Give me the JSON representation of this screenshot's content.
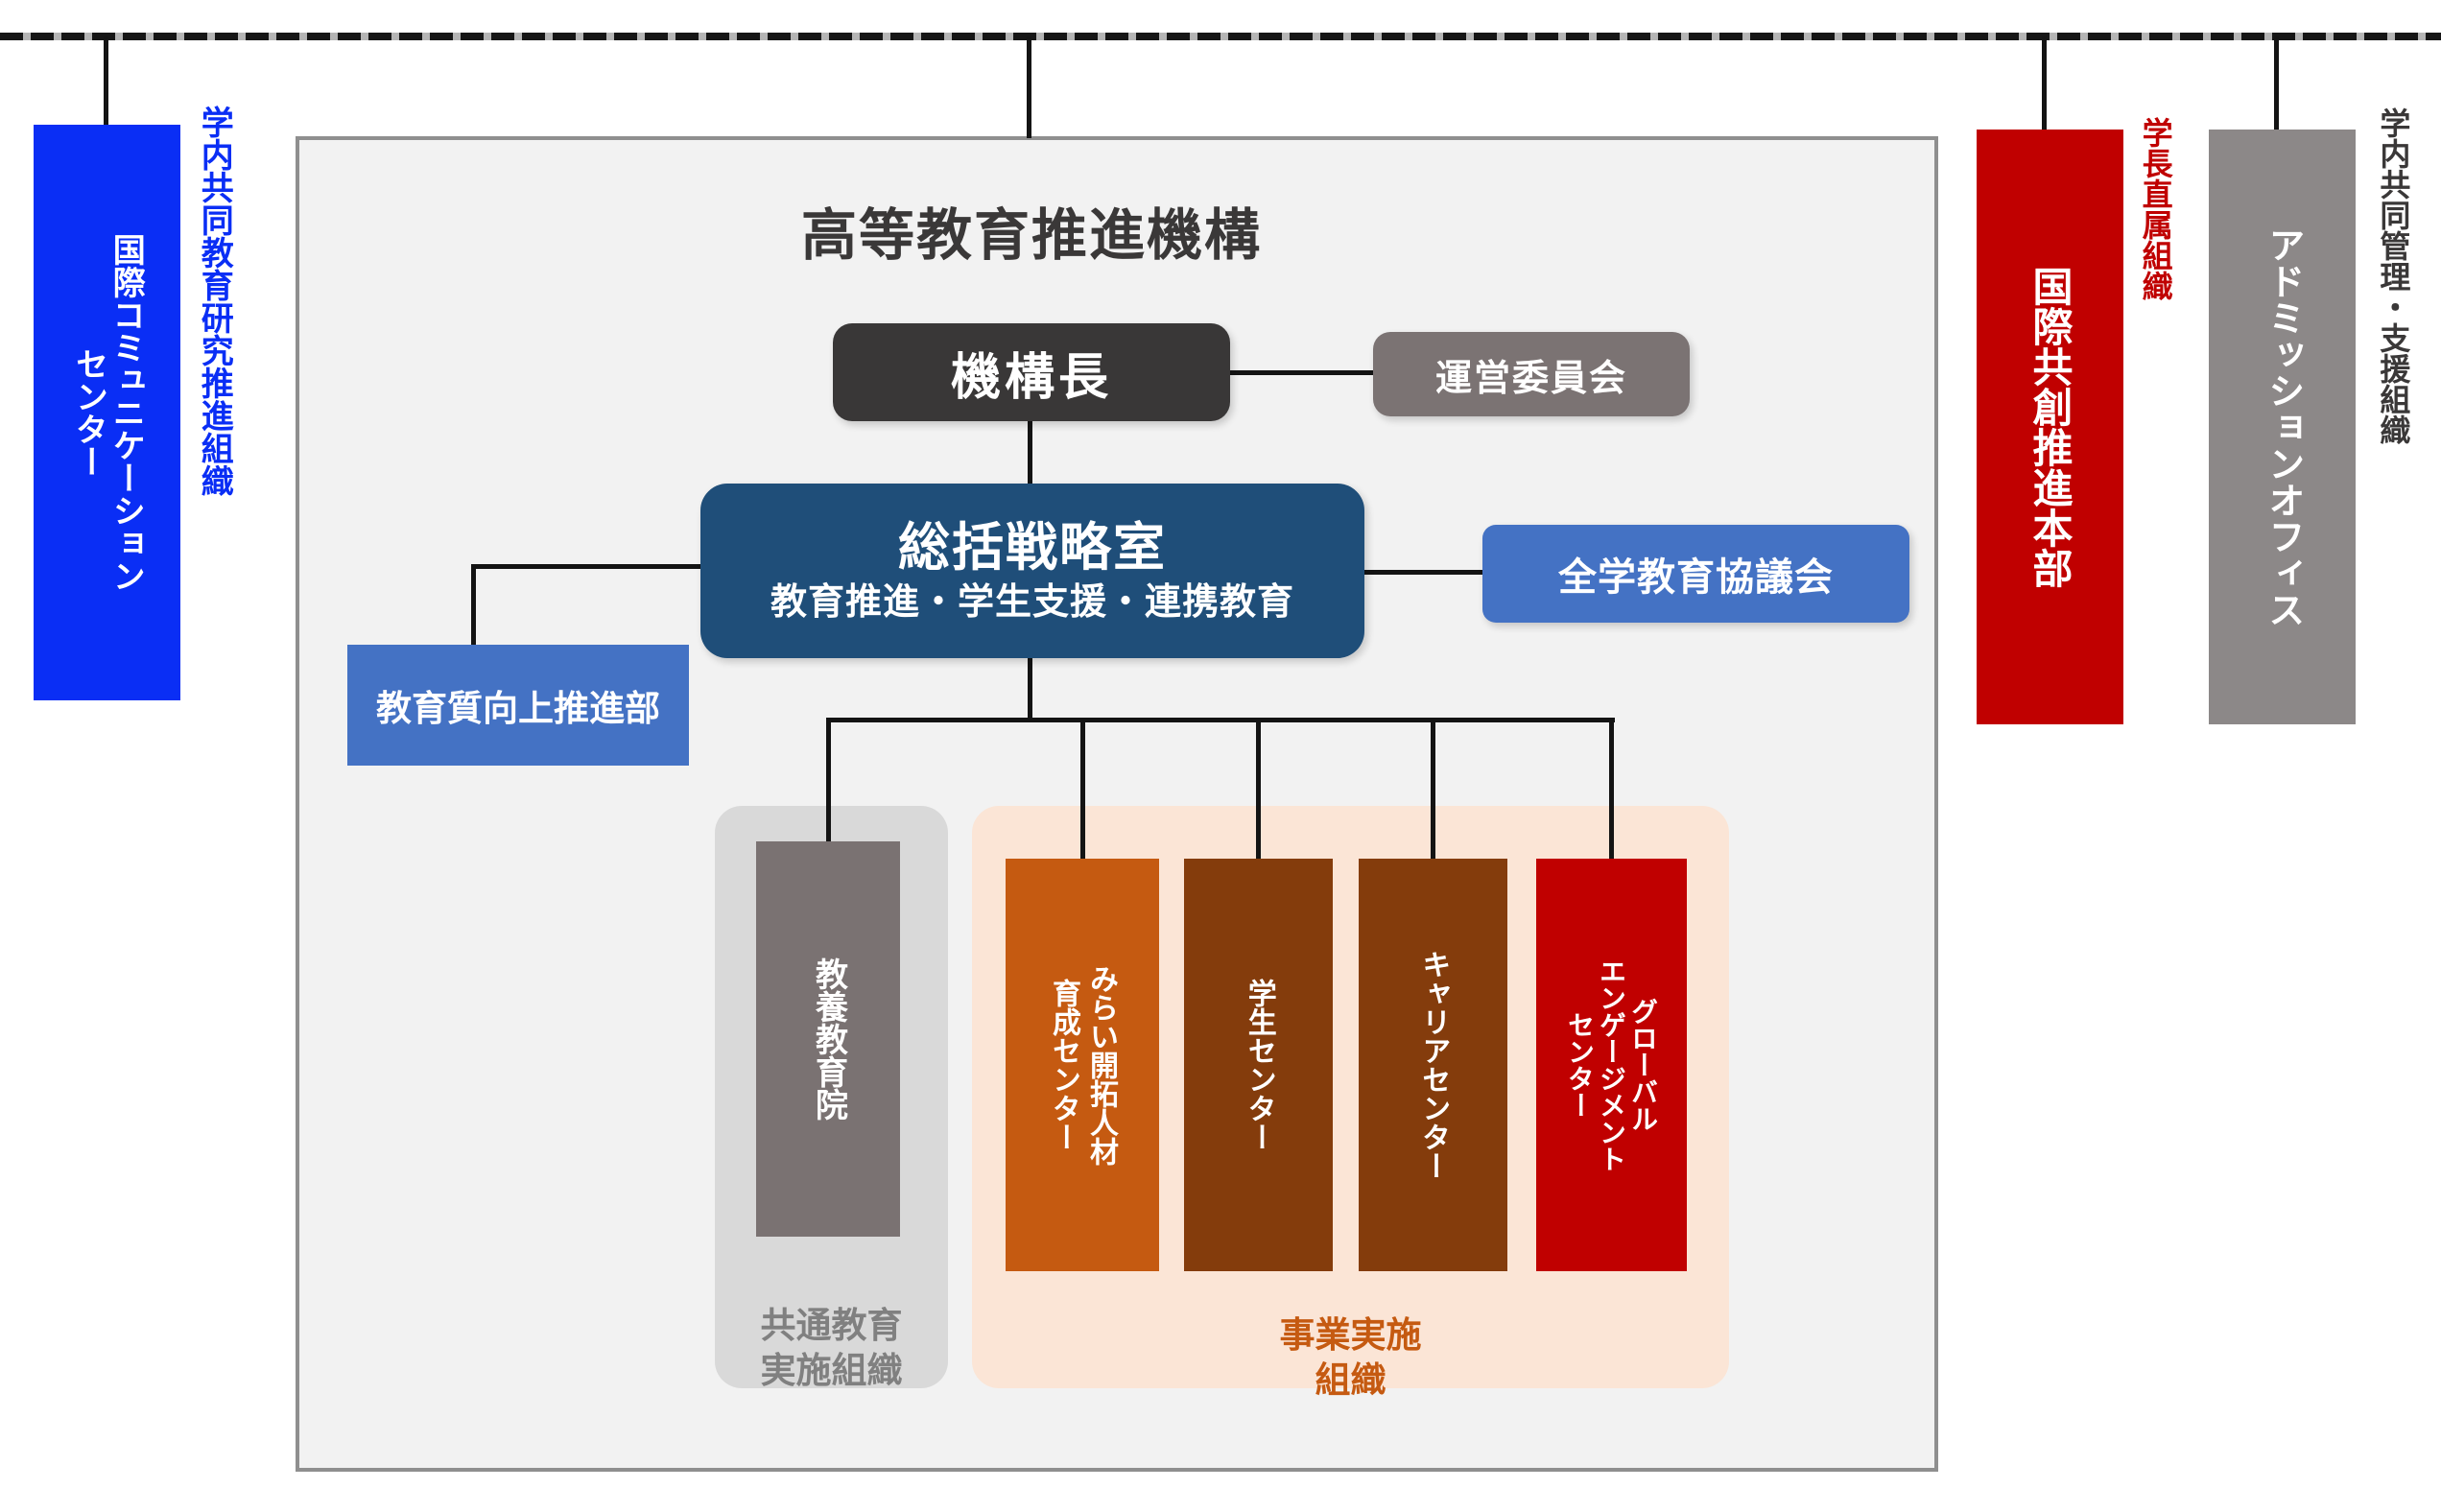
{
  "diagram_title": "高等教育推進機構",
  "colors": {
    "panel_fill": "#f2f2f2",
    "panel_border": "#8f8f8f",
    "director_dark": "#393737",
    "steering_gray": "#7b7373",
    "strategy_navy": "#1f4e79",
    "council_blue": "#4472c4",
    "quality_blue": "#4472c4",
    "liberal_arts_gray": "#7a7272",
    "common_container_gray": "#d9d9d9",
    "business_container_peach": "#fbe5d6",
    "mirai_orange": "#c55a11",
    "center_brown": "#843c0c",
    "engagement_red": "#c00000",
    "intl_comm_blue": "#0a2ef5",
    "admission_gray": "#8c8888",
    "connector_black": "#141414"
  },
  "outer_left": {
    "box_cols": [
      "国際コミュニケーション",
      "センター"
    ],
    "category_label": "学内共同教育研究推進組織"
  },
  "main": {
    "title": "高等教育推進機構",
    "director": "機構長",
    "steering_committee": "運営委員会",
    "strategy_office": {
      "title": "総括戦略室",
      "subtitle": "教育推進・学生支援・連携教育"
    },
    "education_council": "全学教育協議会",
    "quality_promotion": "教育質向上推進部",
    "common_education": {
      "box": "教養教育院",
      "label_lines": [
        "共通教育",
        "実施組織"
      ]
    },
    "business_execution": {
      "boxes": [
        {
          "cols": [
            "みらい開拓人材",
            "育成センター"
          ]
        },
        {
          "cols": [
            "学生センター"
          ]
        },
        {
          "cols": [
            "キャリアセンター"
          ]
        },
        {
          "cols": [
            "グローバル",
            "エンゲージメント",
            "センター"
          ]
        }
      ],
      "label_lines": [
        "事業実施",
        "組織"
      ]
    }
  },
  "outer_right": {
    "intl_co_creation": {
      "box": "国際共創推進本部",
      "category_label": "学長直属組織"
    },
    "admission": {
      "box": "アドミッションオフィス",
      "category_label": "学内共同管理・支援組織"
    }
  }
}
